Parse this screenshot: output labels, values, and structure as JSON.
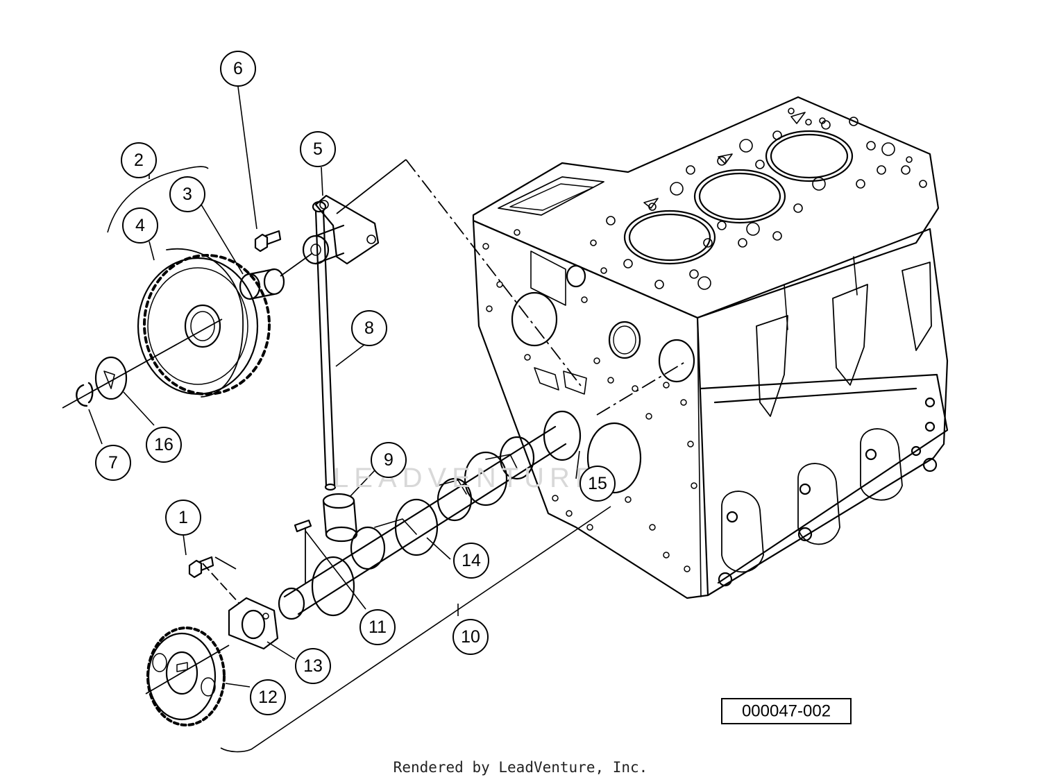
{
  "callouts": {
    "c1": "1",
    "c2": "2",
    "c3": "3",
    "c4": "4",
    "c5": "5",
    "c6": "6",
    "c7": "7",
    "c8": "8",
    "c9": "9",
    "c10": "10",
    "c11": "11",
    "c12": "12",
    "c13": "13",
    "c14": "14",
    "c15": "15",
    "c16": "16"
  },
  "reference_box": "000047-002",
  "watermark": "LEADVENTURE",
  "footer": "Rendered by LeadVenture, Inc."
}
